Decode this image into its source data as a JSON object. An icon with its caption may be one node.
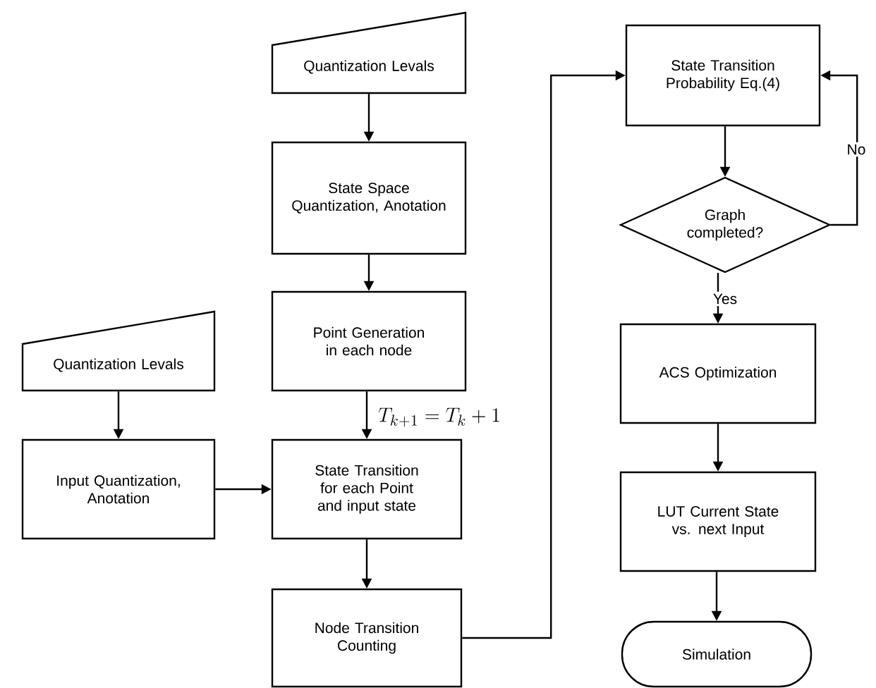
{
  "diagram": {
    "nodes": [
      {
        "text": [
          "Quantization Levals"
        ]
      },
      {
        "text": [
          "State Space Quantization, Anotation"
        ]
      },
      {
        "text": [
          "Point Generation in each node"
        ]
      },
      {
        "text": [
          "Quantization Levals"
        ]
      },
      {
        "text": [
          "Input Quantization, Anotation"
        ]
      },
      {
        "text": [
          "State Transition for each Point and input state"
        ]
      },
      {
        "text": [
          "Node Transition Counting"
        ]
      },
      {
        "text": [
          "State Transition Probability Eq.(4)"
        ]
      },
      {
        "text": [
          "Graph completed?"
        ]
      },
      {
        "text": [
          "ACS Optimization"
        ]
      },
      {
        "text": [
          "LUT Current State vs. next Input"
        ]
      },
      {
        "text": [
          "Simulation"
        ]
      }
    ],
    "edges": [
      {
        "from": 0,
        "to": 1,
        "arrow": "to"
      },
      {
        "from": 1,
        "to": 2,
        "arrow": "to"
      },
      {
        "from": 2,
        "to": 5,
        "arrow": "to",
        "label": "T_{k+1}=T_k+1"
      },
      {
        "from": 3,
        "to": 4,
        "arrow": "to"
      },
      {
        "from": 4,
        "to": 5,
        "arrow": "to"
      },
      {
        "from": 5,
        "to": 6,
        "arrow": "to"
      },
      {
        "from": 6,
        "to": 7,
        "arrow": "to"
      },
      {
        "from": 7,
        "to": 8,
        "arrow": "to"
      },
      {
        "from": 8,
        "to": 7,
        "arrow": "to",
        "label": "No"
      },
      {
        "from": 8,
        "to": 9,
        "arrow": "to",
        "label": "Yes"
      },
      {
        "from": 9,
        "to": 10,
        "arrow": "to"
      },
      {
        "from": 10,
        "to": 11,
        "arrow": "to"
      }
    ]
  }
}
